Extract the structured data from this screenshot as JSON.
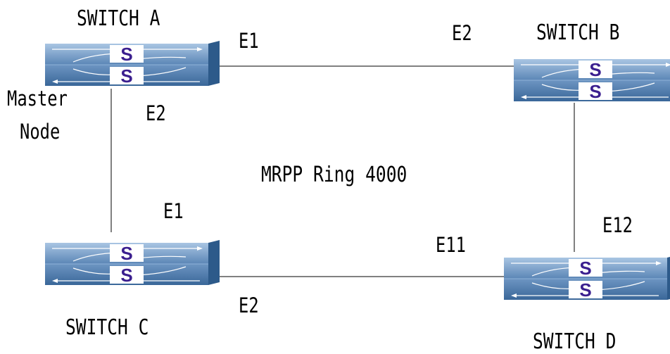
{
  "switches": {
    "a": {
      "name": "SWITCH A",
      "glyph": "S"
    },
    "b": {
      "name": "SWITCH B",
      "glyph": "S"
    },
    "c": {
      "name": "SWITCH C",
      "glyph": "S"
    },
    "d": {
      "name": "SWITCH D",
      "glyph": "S"
    }
  },
  "master_node": {
    "line1": "Master",
    "line2": "Node"
  },
  "ports": {
    "a_e1": "E1",
    "a_e2": "E2",
    "b_e2": "E2",
    "c_e1": "E1",
    "c_e2": "E2",
    "d_e11": "E11",
    "d_e12": "E12"
  },
  "ring_label": "MRPP Ring 4000",
  "colors": {
    "switch_top": "#6f98c4",
    "switch_bottom": "#3d6a9c",
    "switch_side": "#2d5a8a",
    "badge_fill": "#ffffff",
    "badge_text": "#3b1f8f",
    "link": "#000000"
  }
}
